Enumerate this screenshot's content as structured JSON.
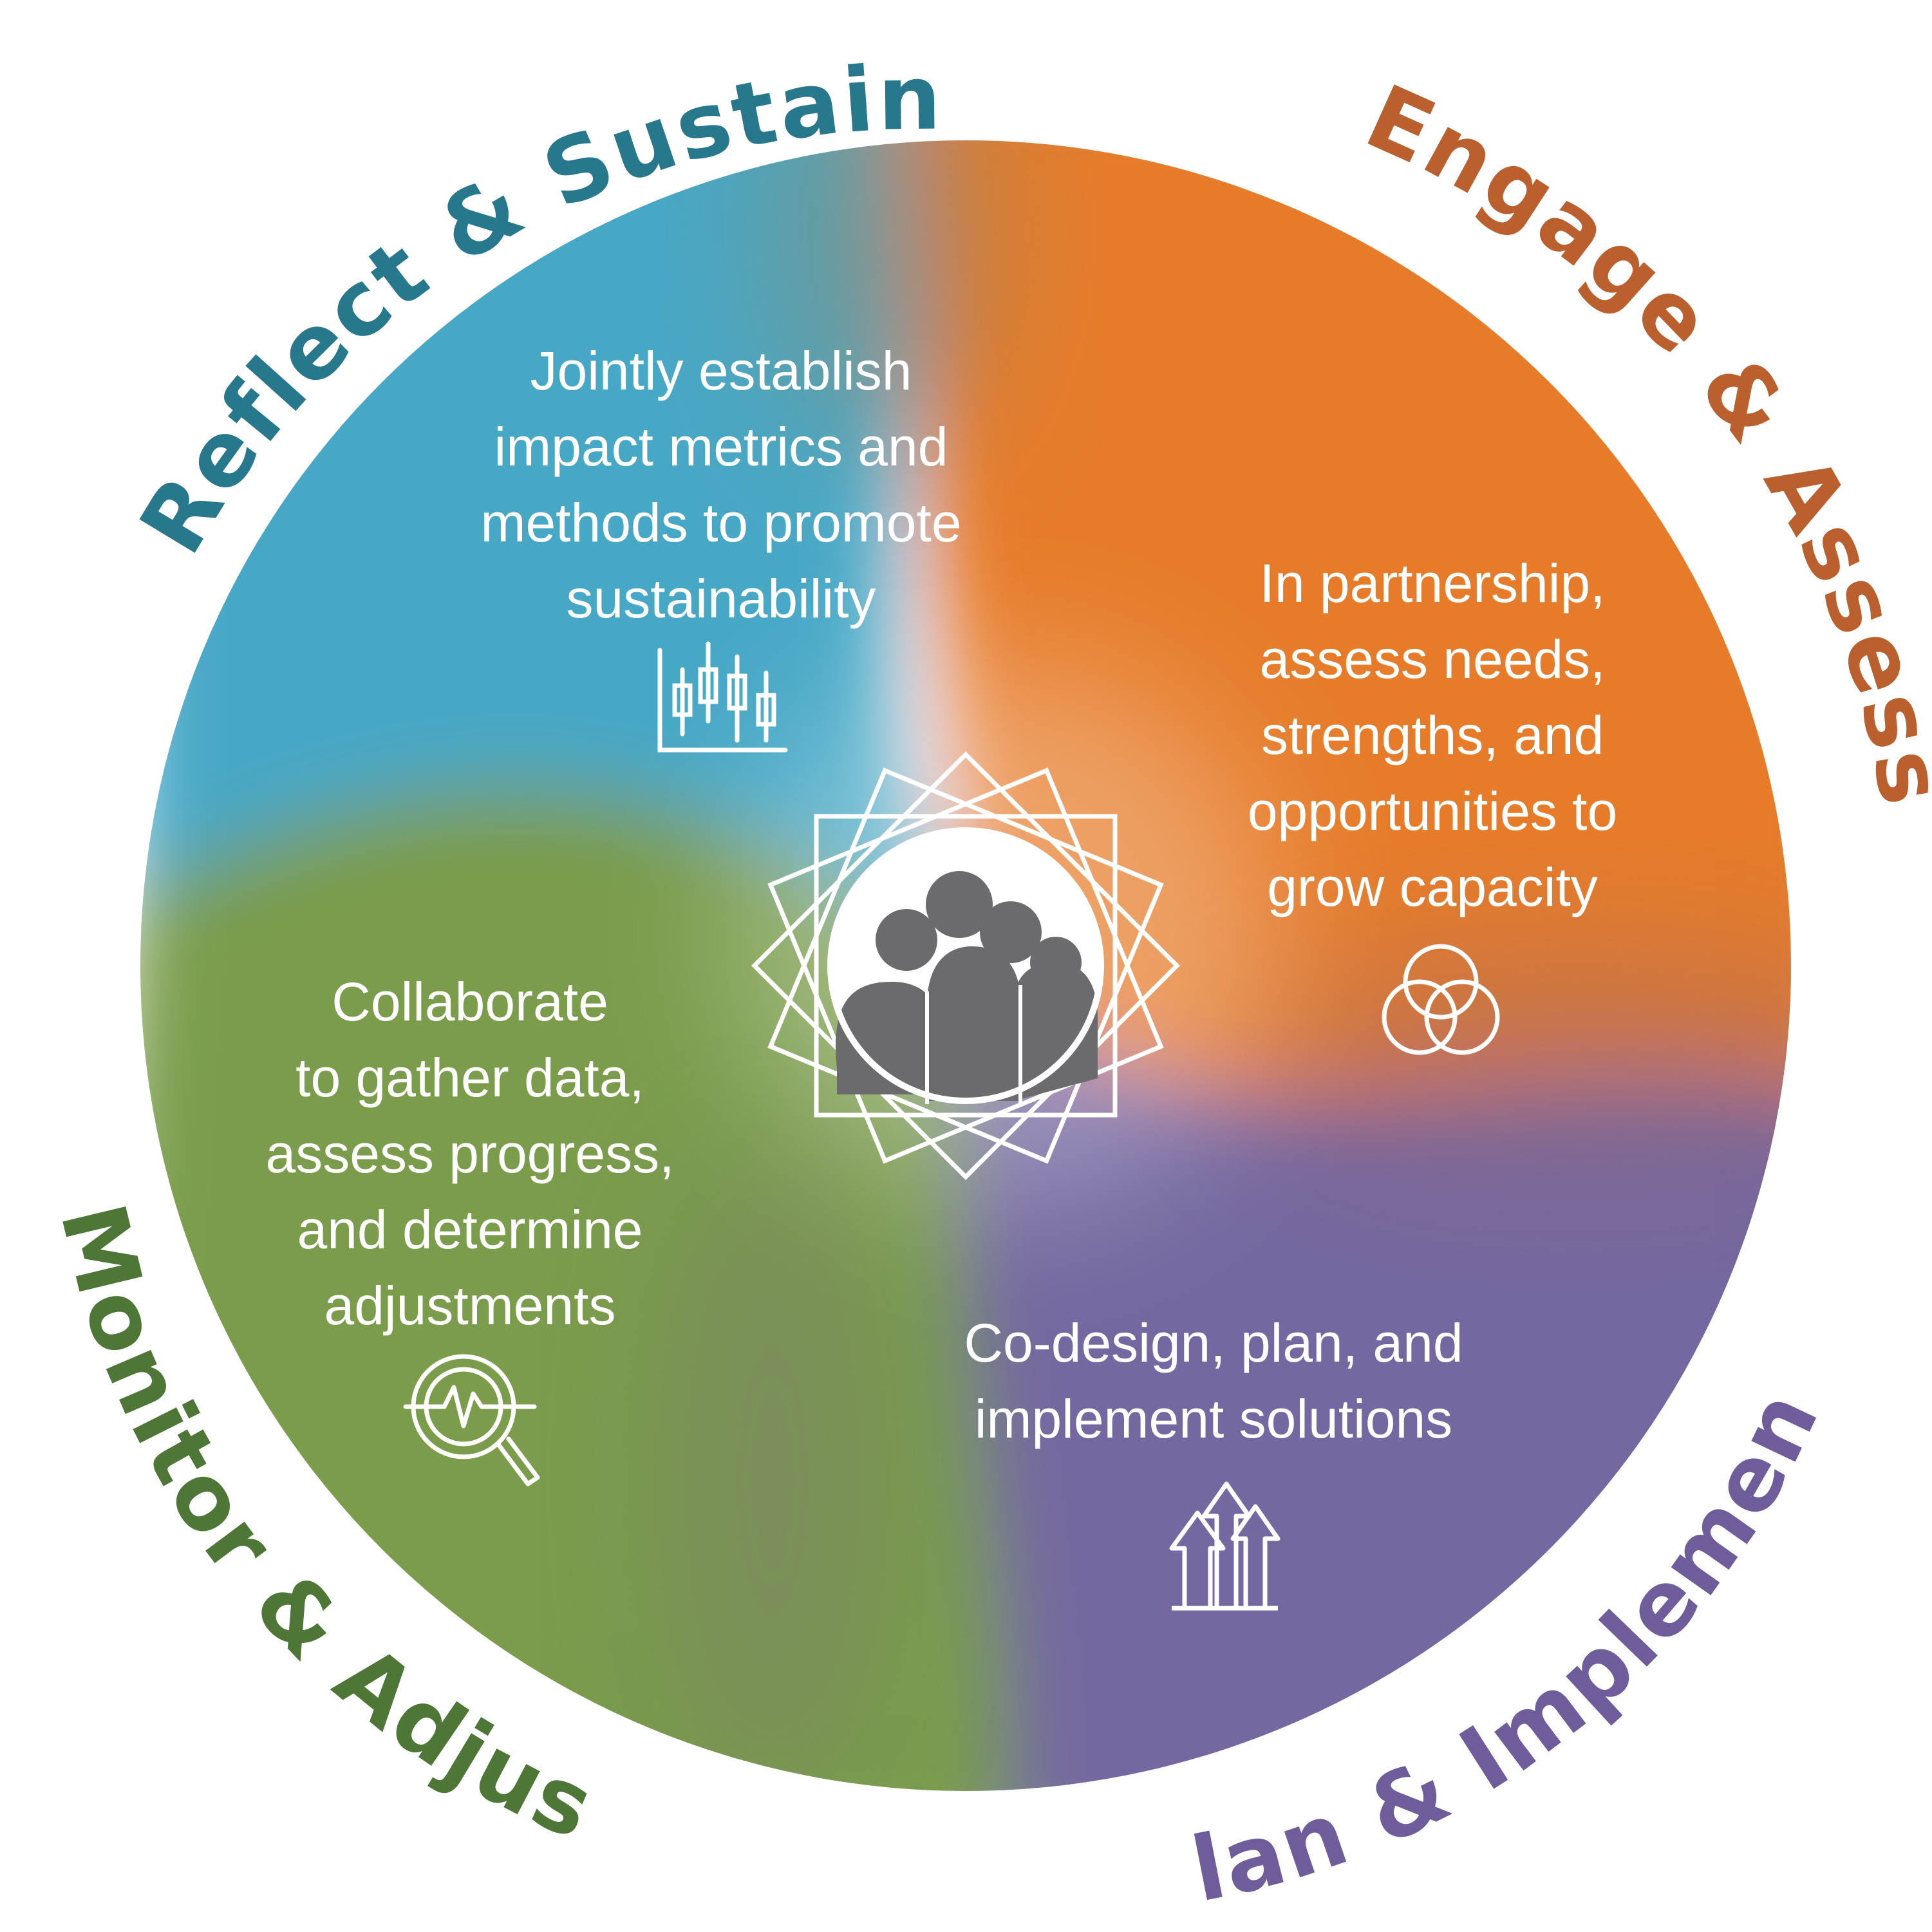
{
  "cycle": {
    "stages": [
      {
        "name": "Engage & Assess",
        "color": "#b9602e",
        "fill": "#e67c2c",
        "description": [
          "In partnership,",
          "assess needs,",
          "strengths, and",
          "opportunities to",
          "grow capacity"
        ],
        "icon": "overlapping-circles-icon"
      },
      {
        "name": "Plan & Implement",
        "color": "#6f5d9b",
        "fill": "#7567a0",
        "description": [
          "Co-design, plan, and",
          "implement solutions"
        ],
        "icon": "rising-arrows-icon"
      },
      {
        "name": "Monitor & Adjust",
        "color": "#4e7636",
        "fill": "#7a9c4c",
        "description": [
          "Collaborate",
          "to gather data,",
          "assess progress,",
          "and determine",
          "adjustments"
        ],
        "icon": "magnifier-pulse-icon"
      },
      {
        "name": "Reflect & Sustain",
        "color": "#27778d",
        "fill": "#46a8c6",
        "description": [
          "Jointly establish",
          "impact metrics and",
          "methods to promote",
          "sustainability"
        ],
        "icon": "candlestick-chart-icon"
      }
    ],
    "center_icon": "community-people-icon"
  }
}
